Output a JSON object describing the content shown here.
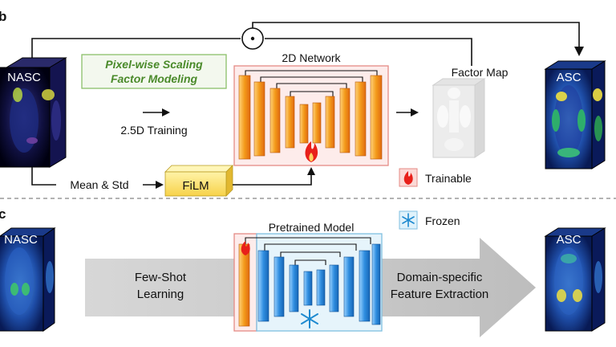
{
  "panel_b": {
    "panel_letter": "b",
    "input_label": "NASC",
    "method_box_line1": "Pixel-wise Scaling",
    "method_box_line2": "Factor Modeling",
    "training_label": "2.5D Training",
    "network_label": "2D Network",
    "factor_map_label": "Factor Map",
    "mean_std_label": "Mean & Std",
    "film_label": "FiLM",
    "trainable_label": "Trainable",
    "multiply_symbol": "·",
    "output_label": "ASC"
  },
  "panel_c": {
    "panel_letter": "c",
    "input_label": "NASC",
    "pretrained_label": "Pretrained Model",
    "frozen_label": "Frozen",
    "few_shot_line1": "Few-Shot",
    "few_shot_line2": "Learning",
    "domain_line1": "Domain-specific",
    "domain_line2": "Feature Extraction",
    "output_label": "ASC"
  },
  "colors": {
    "method_green": "#4a8a2a",
    "network_orange": "#f0a030",
    "pretrained_blue": "#3a8fd8",
    "film_yellow": "#ffe070"
  },
  "icons": [
    "flame-icon",
    "snowflake-icon",
    "multiply-icon"
  ]
}
